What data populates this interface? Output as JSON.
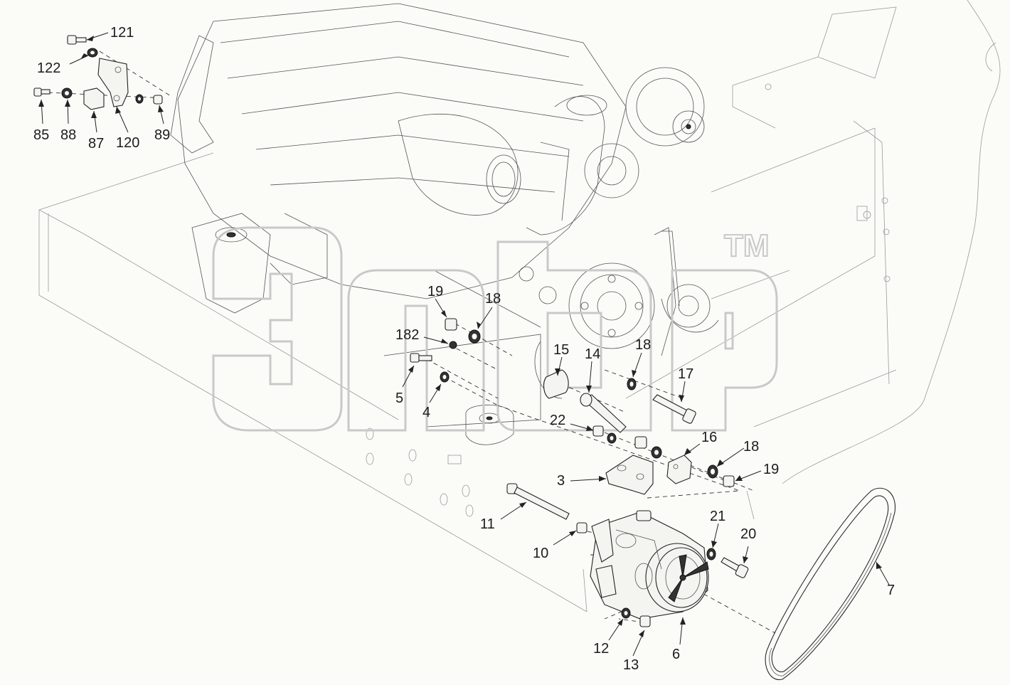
{
  "watermark": {
    "trademark": "TM"
  },
  "callouts": [
    {
      "id": "c121",
      "label": "121"
    },
    {
      "id": "c122",
      "label": "122"
    },
    {
      "id": "c85",
      "label": "85"
    },
    {
      "id": "c88",
      "label": "88"
    },
    {
      "id": "c87",
      "label": "87"
    },
    {
      "id": "c120",
      "label": "120"
    },
    {
      "id": "c89",
      "label": "89"
    },
    {
      "id": "c19a",
      "label": "19"
    },
    {
      "id": "c18a",
      "label": "18"
    },
    {
      "id": "c182",
      "label": "182"
    },
    {
      "id": "c5",
      "label": "5"
    },
    {
      "id": "c4",
      "label": "4"
    },
    {
      "id": "c15",
      "label": "15"
    },
    {
      "id": "c14",
      "label": "14"
    },
    {
      "id": "c18b",
      "label": "18"
    },
    {
      "id": "c17",
      "label": "17"
    },
    {
      "id": "c22",
      "label": "22"
    },
    {
      "id": "c16",
      "label": "16"
    },
    {
      "id": "c18c",
      "label": "18"
    },
    {
      "id": "c19b",
      "label": "19"
    },
    {
      "id": "c3",
      "label": "3"
    },
    {
      "id": "c11",
      "label": "11"
    },
    {
      "id": "c10",
      "label": "10"
    },
    {
      "id": "c21",
      "label": "21"
    },
    {
      "id": "c20",
      "label": "20"
    },
    {
      "id": "c7",
      "label": "7"
    },
    {
      "id": "c12",
      "label": "12"
    },
    {
      "id": "c13",
      "label": "13"
    },
    {
      "id": "c6",
      "label": "6"
    }
  ]
}
